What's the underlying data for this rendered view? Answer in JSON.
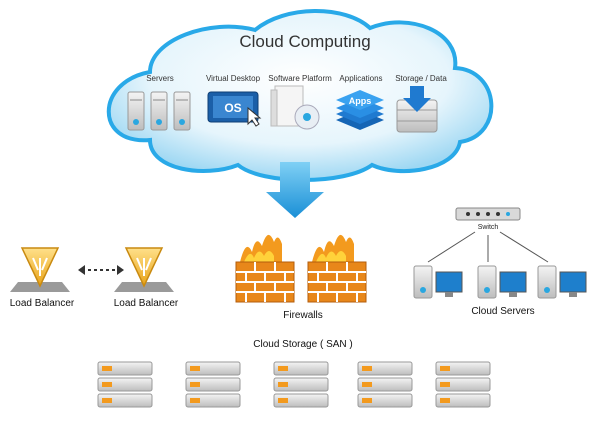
{
  "cloud": {
    "title": "Cloud Computing",
    "categories": {
      "servers": "Servers",
      "virtual_desktop": "Virtual Desktop",
      "software_platform": "Software Platform",
      "applications": "Applications",
      "storage_data": "Storage / Data"
    },
    "icon_text": {
      "os": "OS",
      "apps": "Apps"
    }
  },
  "network": {
    "load_balancer_left": "Load Balancer",
    "load_balancer_right": "Load Balancer",
    "firewalls": "Firewalls",
    "switch": "Switch",
    "cloud_servers": "Cloud Servers"
  },
  "storage": {
    "label": "Cloud Storage ( SAN )"
  },
  "colors": {
    "cloud_blue": "#29a9e8",
    "arrow_blue": "#1d9de3",
    "balancer_orange": "#f0b429",
    "firewall_orange": "#f39a1e"
  }
}
